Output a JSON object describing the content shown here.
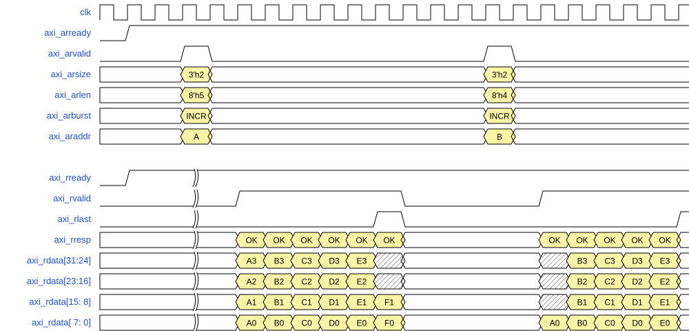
{
  "colors": {
    "signal_label": "#1d4fd6",
    "wave": "#000000",
    "bus_fill": "#f8f3a6",
    "undefined_hatch": "#888888"
  },
  "signals": [
    {
      "name": "clk",
      "kind": "clock",
      "wave": "p......................"
    },
    {
      "name": "axi_arready",
      "kind": "wire",
      "wave": "01....................."
    },
    {
      "name": "axi_arvalid",
      "kind": "wire",
      "wave": "0..10.........10......."
    },
    {
      "name": "axi_arsize",
      "kind": "bus",
      "wave": "x..=x.........=x.......",
      "data": [
        "3'h2",
        "3'h2"
      ]
    },
    {
      "name": "axi_arlen",
      "kind": "bus",
      "wave": "x..=x.........=x.......",
      "data": [
        "8'h5",
        "8'h4"
      ]
    },
    {
      "name": "axi_arburst",
      "kind": "bus",
      "wave": "x..=x.........=x.......",
      "data": [
        "INCR",
        "INCR"
      ]
    },
    {
      "name": "axi_araddr",
      "kind": "bus",
      "wave": "x..=x.........=x.......",
      "data": [
        "A",
        "B"
      ]
    },
    {
      "kind": "gap"
    },
    {
      "name": "axi_rready",
      "kind": "wire",
      "wave": "01....................."
    },
    {
      "name": "axi_rvalid",
      "kind": "wire",
      "wave": "0....1.....0....1.....0"
    },
    {
      "name": "axi_rlast",
      "kind": "wire",
      "wave": "0.........10.........10"
    },
    {
      "name": "axi_rresp",
      "kind": "bus",
      "wave": "x....======x....=====x",
      "data": [
        "OK",
        "OK",
        "OK",
        "OK",
        "OK",
        "OK",
        "OK",
        "OK",
        "OK",
        "OK",
        "OK"
      ]
    },
    {
      "name": "axi_rdata[31:24]",
      "kind": "bus",
      "wave": "x....=====xx....x====x",
      "data": [
        "A3",
        "B3",
        "C3",
        "D3",
        "E3",
        "B3",
        "C3",
        "D3",
        "E3"
      ]
    },
    {
      "name": "axi_rdata[23:16]",
      "kind": "bus",
      "wave": "x....=====xx....x====x",
      "data": [
        "A2",
        "B2",
        "C2",
        "D2",
        "E2",
        "B2",
        "C2",
        "D2",
        "E2"
      ]
    },
    {
      "name": "axi_rdata[15: 8]",
      "kind": "bus",
      "wave": "x....======x....x====x",
      "data": [
        "A1",
        "B1",
        "C1",
        "D1",
        "E1",
        "F1",
        "B1",
        "C1",
        "D1",
        "E1"
      ]
    },
    {
      "name": "axi_rdata[ 7: 0]",
      "kind": "bus",
      "wave": "x....======x....=====x",
      "data": [
        "A0",
        "B0",
        "C0",
        "D0",
        "E0",
        "F0",
        "A0",
        "B0",
        "C0",
        "D0",
        "E0"
      ]
    }
  ],
  "gap_marker": {
    "signals_from": "axi_rready",
    "cycle": 3.5
  }
}
